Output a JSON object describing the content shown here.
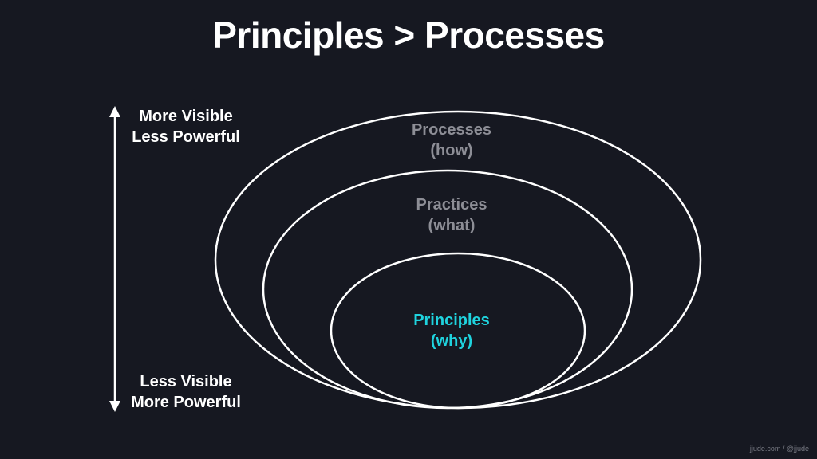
{
  "slide": {
    "title": "Principles > Processes",
    "axis": {
      "top_label_line1": "More Visible",
      "top_label_line2": "Less Powerful",
      "bottom_label_line1": "Less Visible",
      "bottom_label_line2": "More Powerful"
    },
    "rings": [
      {
        "id": "outer",
        "name": "Processes",
        "meaning": "(how)",
        "color": "#8d8e96"
      },
      {
        "id": "middle",
        "name": "Practices",
        "meaning": "(what)",
        "color": "#8d8e96"
      },
      {
        "id": "inner",
        "name": "Principles",
        "meaning": "(why)",
        "color": "#1fd3de"
      }
    ],
    "footer": "jjude.com / @jjude"
  },
  "colors": {
    "background": "#161821",
    "foreground": "#ffffff",
    "muted": "#8d8e96",
    "accent": "#1fd3de"
  }
}
